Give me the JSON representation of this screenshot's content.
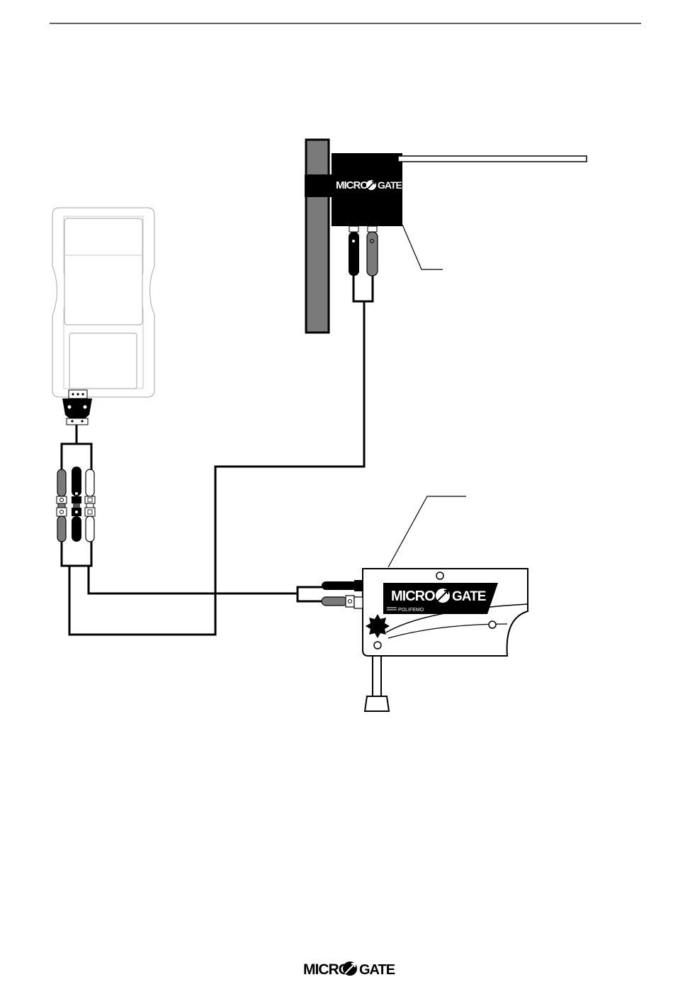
{
  "brand": {
    "left": "MICRO",
    "right": "GATE",
    "subbrand": "POLIFEMO"
  },
  "colors": {
    "ink": "#000000",
    "paper": "#ffffff",
    "pole": "#7a7a7a",
    "light_grey": "#c8c8c8",
    "dark_grey": "#555555",
    "frame_grey": "#b5b5b5"
  },
  "icons": {
    "logo_mark": "arrow-circle-icon",
    "rotary_knob": "star-knob-icon"
  }
}
